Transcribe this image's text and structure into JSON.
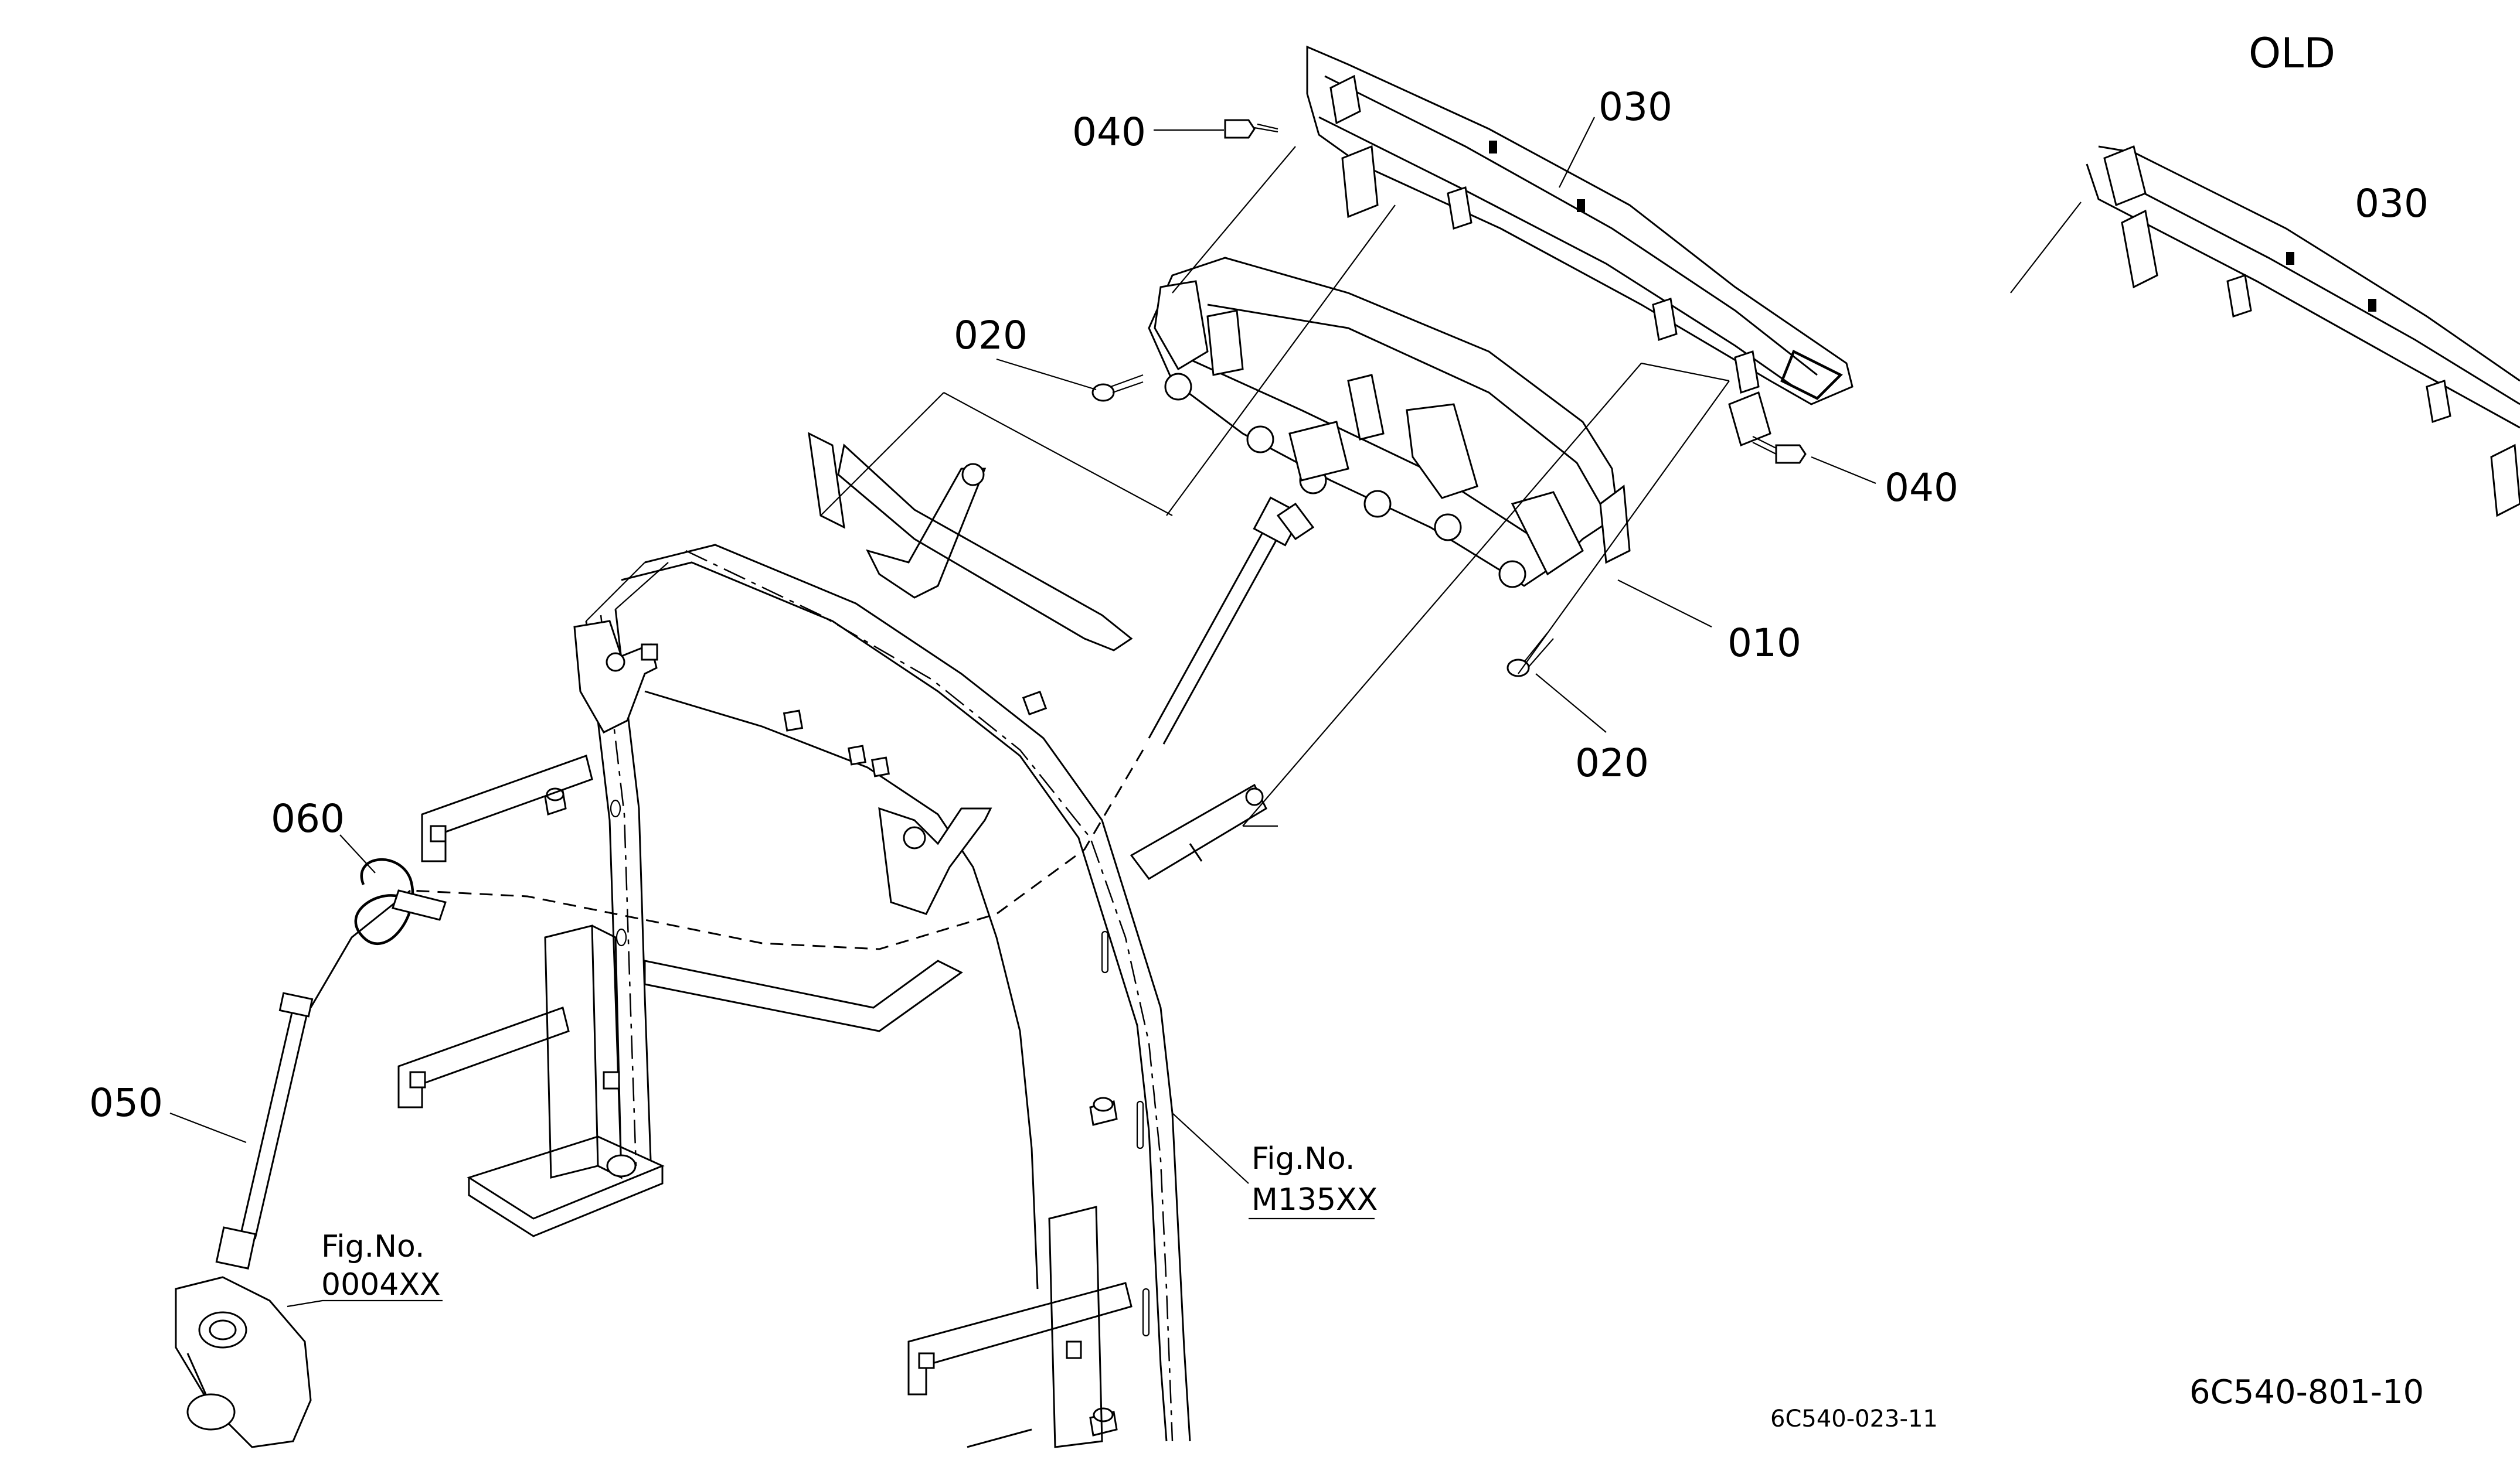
{
  "labels": {
    "old": "OLD",
    "p030_main": "030",
    "p030_old": "030",
    "p040_left": "040",
    "p040_right": "040",
    "p020_upper": "020",
    "p020_lower": "020",
    "p010": "010",
    "p060": "060",
    "p050": "050",
    "fig_left_title": "Fig.No.",
    "fig_left_code": "0004XX",
    "fig_right_title": "Fig.No.",
    "fig_right_code": "M135XX",
    "drawing_no_small": "6C540-023-11",
    "drawing_no_large": "6C540-801-10"
  }
}
